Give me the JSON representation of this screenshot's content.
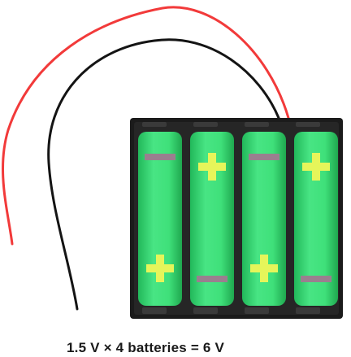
{
  "caption": "1.5 V × 4 batteries = 6 V",
  "colors": {
    "battery_green": "#3fe07a",
    "battery_green_dark": "#22b85a",
    "plus_sign": "#e6f55a",
    "minus_sign": "#9a7f8f",
    "holder": "#1b1b1b",
    "wire_red": "#f23a3a",
    "wire_black": "#141414"
  },
  "batteries": [
    {
      "top_terminal": "minus",
      "bottom_terminal": "plus"
    },
    {
      "top_terminal": "plus",
      "bottom_terminal": "minus"
    },
    {
      "top_terminal": "minus",
      "bottom_terminal": "plus"
    },
    {
      "top_terminal": "plus",
      "bottom_terminal": "minus"
    }
  ]
}
